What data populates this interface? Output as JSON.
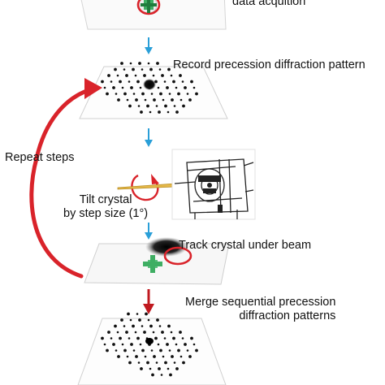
{
  "steps": {
    "top_label": "data acquition",
    "record_label": "Record precession diffraction pattern",
    "repeat_label": "Repeat steps",
    "tilt_label_line1": "Tilt crystal",
    "tilt_label_line2": "by step size (1°)",
    "track_label": "Track crystal under beam",
    "merge_label_line1": "Merge sequential precession",
    "merge_label_line2": "diffraction patterns"
  },
  "colors": {
    "flow_arrow": "#2a9fd8",
    "repeat_arrow": "#d9232a",
    "merge_arrow": "#c0191f",
    "crosshair": "#3fae63",
    "circle_marker": "#d9232a"
  },
  "icons": {
    "flow": "down-arrow-icon",
    "rotation": "rotation-arrow-icon",
    "crosshair": "crosshair-icon",
    "holder": "crystal-holder-icon"
  }
}
